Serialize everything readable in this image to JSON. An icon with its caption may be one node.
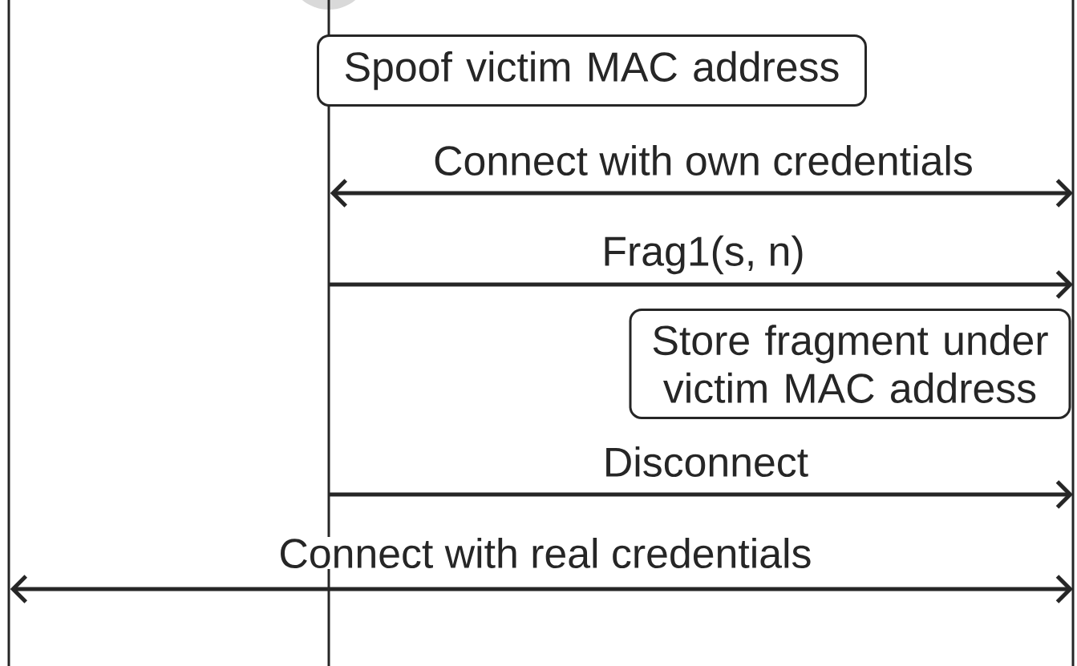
{
  "diagram": {
    "nodes": [
      {
        "text": [],
        "shape": "bar"
      },
      {
        "text": [],
        "shape": "bar"
      },
      {
        "text": [],
        "shape": "bar"
      },
      {
        "text": [
          "Spoof victim MAC address"
        ]
      },
      {
        "text": [
          "Store fragment under victim MAC address"
        ]
      }
    ],
    "edges": [
      {
        "from": 1,
        "to": 2,
        "arrow": "both",
        "label": "Connect with own credentials"
      },
      {
        "from": 1,
        "to": 2,
        "arrow": "to",
        "label": "Frag1(s, n)"
      },
      {
        "from": 1,
        "to": 2,
        "arrow": "to",
        "label": "Disconnect"
      },
      {
        "from": 0,
        "to": 2,
        "arrow": "both",
        "label": "Connect with real credentials"
      }
    ]
  }
}
